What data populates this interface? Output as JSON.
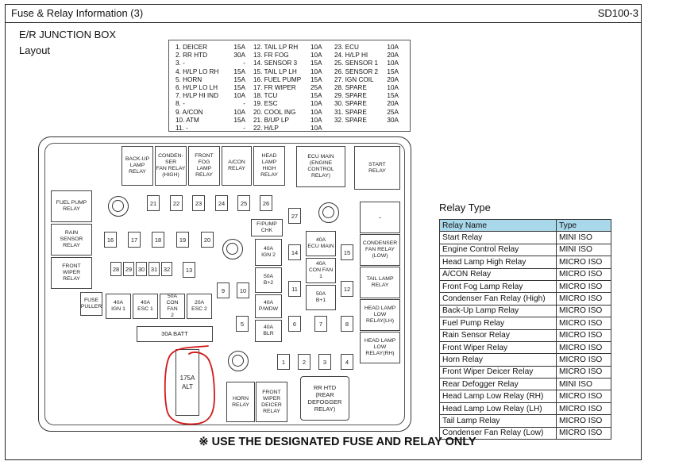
{
  "header": {
    "title": "Fuse & Relay Information (3)",
    "code": "SD100-3"
  },
  "box_title": "E/R JUNCTION BOX",
  "layout_label": "Layout",
  "fuse_list": {
    "col1": [
      [
        "1. DEICER",
        "15A"
      ],
      [
        "2. RR HTD",
        "30A"
      ],
      [
        "3. -",
        "-"
      ],
      [
        "4. H/LP LO RH",
        "15A"
      ],
      [
        "5. HORN",
        "15A"
      ],
      [
        "6. H/LP LO LH",
        "15A"
      ],
      [
        "7. H/LP HI IND",
        "10A"
      ],
      [
        "8. -",
        "-"
      ],
      [
        "9. A/CON",
        "10A"
      ],
      [
        "10. ATM",
        "15A"
      ],
      [
        "11. -",
        "-"
      ]
    ],
    "col2": [
      [
        "12. TAIL LP RH",
        "10A"
      ],
      [
        "13. FR FOG",
        "10A"
      ],
      [
        "14. SENSOR 3",
        "15A"
      ],
      [
        "15. TAIL LP LH",
        "10A"
      ],
      [
        "16. FUEL PUMP",
        "15A"
      ],
      [
        "17. FR WIPER",
        "25A"
      ],
      [
        "18. TCU",
        "15A"
      ],
      [
        "19. ESC",
        "10A"
      ],
      [
        "20. COOL ING",
        "10A"
      ],
      [
        "21. B/UP LP",
        "10A"
      ],
      [
        "22. H/LP",
        "10A"
      ]
    ],
    "col3": [
      [
        "23. ECU",
        "10A"
      ],
      [
        "24. H/LP HI",
        "20A"
      ],
      [
        "25. SENSOR 1",
        "10A"
      ],
      [
        "26. SENSOR 2",
        "15A"
      ],
      [
        "27. IGN COIL",
        "20A"
      ],
      [
        "28. SPARE",
        "10A"
      ],
      [
        "29. SPARE",
        "15A"
      ],
      [
        "30. SPARE",
        "20A"
      ],
      [
        "31. SPARE",
        "25A"
      ],
      [
        "32. SPARE",
        "30A"
      ]
    ]
  },
  "components": {
    "backup_relay": "BACK-UP\nLAMP\nRELAY",
    "condenser_high_relay": "CONDEN-\nSER\nFAN RELAY\n(HIGH)",
    "front_fog_relay": "FRONT\nFOG\nLAMP\nRELAY",
    "acon_relay": "A/CON\nRELAY",
    "head_high_relay": "HEAD\nLAMP\nHIGH\nRELAY",
    "ecu_main_relay": "ECU MAIN\n(ENGINE\nCONTROL\nRELAY)",
    "start_relay": "START\nRELAY",
    "fuel_pump_relay": "FUEL PUMP\nRELAY",
    "rain_sensor_relay": "RAIN\nSENSOR\nRELAY",
    "front_wiper_relay": "FRONT\nWIPER\nRELAY",
    "fuse_puller": "FUSE\nPULLER",
    "fpump_chk": "F/PUMP\nCHK",
    "dash": "-",
    "condenser_low_relay": "CONDENSER\nFAN RELAY\n(LOW)",
    "tail_lamp_relay": "TAIL LAMP\nRELAY",
    "head_low_lh_relay": "HEAD LAMP\nLOW\nRELAY(LH)",
    "head_low_rh_relay": "HEAD LAMP\nLOW\nRELAY(RH)",
    "batt_30a": "30A BATT",
    "alt_175a": "175A\nALT",
    "horn_relay": "HORN\nRELAY",
    "front_wiper_deicer_relay": "FRONT\nWIPER\nDEICER\nRELAY",
    "rr_htd_relay": "RR HTD\n(REAR\nDEFOGGER\nRELAY)",
    "ign2": "40A\nIGN 2",
    "b2": "50A\nB+2",
    "pwdw": "40A\nP/WDW",
    "blr": "40A\nBLR",
    "ecu_main_40a": "40A\nECU MAIN",
    "con_fan1": "40A\nCON FAN\n1",
    "b1": "50A\nB+1",
    "ign1": "40A\nIGN 1",
    "esc1": "40A\nESC 1",
    "con_fan2": "50A\nCON FAN\n2",
    "esc2": "20A\nESC 2"
  },
  "small_fuses": [
    "21",
    "22",
    "23",
    "24",
    "25",
    "26",
    "27",
    "16",
    "17",
    "18",
    "19",
    "20",
    "28",
    "29",
    "30",
    "31",
    "32",
    "13",
    "14",
    "15",
    "9",
    "10",
    "11",
    "12",
    "5",
    "6",
    "7",
    "8",
    "1",
    "2",
    "3",
    "4"
  ],
  "relay_type": {
    "title": "Relay Type",
    "headers": [
      "Relay Name",
      "Type"
    ],
    "rows": [
      [
        "Start Relay",
        "MINI ISO"
      ],
      [
        "Engine Control Relay",
        "MINI ISO"
      ],
      [
        "Head Lamp High Relay",
        "MICRO ISO"
      ],
      [
        "A/CON Relay",
        "MICRO ISO"
      ],
      [
        "Front Fog Lamp Relay",
        "MICRO ISO"
      ],
      [
        "Condenser Fan Relay (High)",
        "MICRO ISO"
      ],
      [
        "Back-Up Lamp Relay",
        "MICRO ISO"
      ],
      [
        "Fuel Pump Relay",
        "MICRO ISO"
      ],
      [
        "Rain Sensor Relay",
        "MICRO ISO"
      ],
      [
        "Front Wiper Relay",
        "MICRO ISO"
      ],
      [
        "Horn Relay",
        "MICRO ISO"
      ],
      [
        "Front Wiper Deicer Relay",
        "MICRO ISO"
      ],
      [
        "Rear Defogger Relay",
        "MINI ISO"
      ],
      [
        "Head Lamp Low Relay (RH)",
        "MICRO ISO"
      ],
      [
        "Head Lamp Low Relay (LH)",
        "MICRO ISO"
      ],
      [
        "Tail Lamp Relay",
        "MICRO ISO"
      ],
      [
        "Condenser Fan Relay (Low)",
        "MICRO ISO"
      ]
    ]
  },
  "footer": "※ USE THE DESIGNATED FUSE AND RELAY ONLY",
  "colors": {
    "table_header": "#a8d8ea",
    "annotation": "#d01818"
  }
}
